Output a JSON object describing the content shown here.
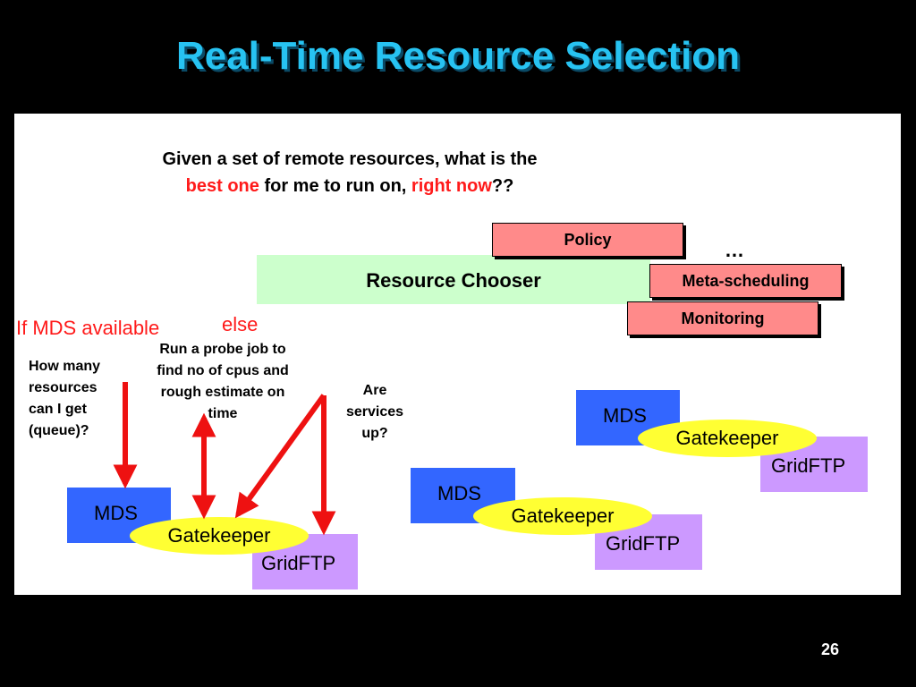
{
  "title": "Real-Time Resource Selection",
  "question": {
    "line1": "Given a set of remote resources, what is the",
    "part1": "best one",
    "part2": " for me to run on, ",
    "part3": "right now",
    "part4": "??"
  },
  "chooser": "Resource Chooser",
  "tags": {
    "policy": "Policy",
    "meta": "Meta-scheduling",
    "monitoring": "Monitoring",
    "ellipsis": "…"
  },
  "labels": {
    "if_mds": "If MDS available",
    "else": "else",
    "how_many": [
      "How many",
      "resources",
      "can I get",
      "(queue)?"
    ],
    "probe": [
      "Run a probe job to",
      "find no of cpus and",
      "rough estimate on",
      "time"
    ],
    "services": [
      "Are",
      "services",
      "up?"
    ]
  },
  "components": {
    "mds": "MDS",
    "gatekeeper": "Gatekeeper",
    "gridftp": "GridFTP"
  },
  "colors": {
    "title": "#27c3f2",
    "mds": "#3366ff",
    "gridftp": "#cc99ff",
    "gatekeeper": "#ffff33",
    "arrow": "#ee1111",
    "chooser": "#ccffcc",
    "tag": "#ff8a8a"
  },
  "page_number": "26"
}
